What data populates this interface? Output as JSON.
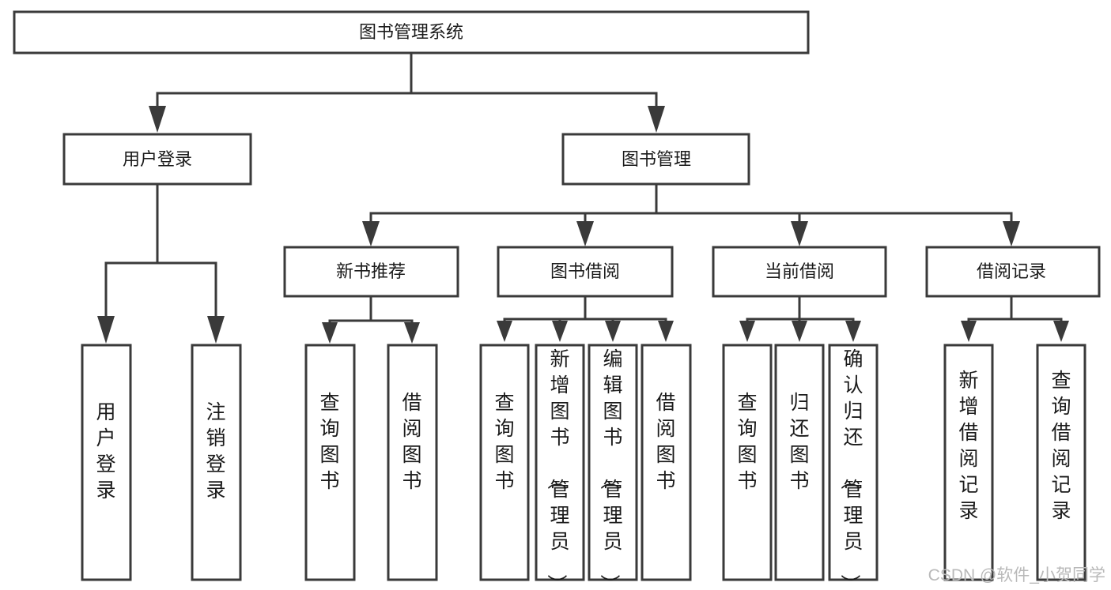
{
  "diagram": {
    "title": "图书管理系统",
    "type": "tree-hierarchy",
    "watermark": "CSDN @软件_小贺同学",
    "colors": {
      "stroke": "#3a3a3a",
      "box_fill": "#ffffff",
      "text": "#1a1a1a",
      "background": "#ffffff",
      "watermark": "#b9b9b9"
    },
    "root": {
      "label": "图书管理系统"
    },
    "level2": [
      {
        "id": "user-login",
        "label": "用户登录"
      },
      {
        "id": "book-management",
        "label": "图书管理"
      }
    ],
    "level3": [
      {
        "id": "new-book-recommend",
        "label": "新书推荐"
      },
      {
        "id": "book-borrow",
        "label": "图书借阅"
      },
      {
        "id": "current-borrow",
        "label": "当前借阅"
      },
      {
        "id": "borrow-record",
        "label": "借阅记录"
      }
    ],
    "leaves": {
      "user_login": [
        {
          "id": "leaf-user-login",
          "label": "用户登录"
        },
        {
          "id": "leaf-logout",
          "label": "注销登录"
        }
      ],
      "new_book_recommend": [
        {
          "id": "leaf-query-books-1",
          "label": "查询图书"
        },
        {
          "id": "leaf-borrow-books-1",
          "label": "借阅图书"
        }
      ],
      "book_borrow": [
        {
          "id": "leaf-query-books-2",
          "label": "查询图书"
        },
        {
          "id": "leaf-add-book-admin",
          "label": "新增图书（管理员）"
        },
        {
          "id": "leaf-edit-book-admin",
          "label": "编辑图书（管理员）"
        },
        {
          "id": "leaf-borrow-books-2",
          "label": "借阅图书"
        }
      ],
      "current_borrow": [
        {
          "id": "leaf-query-books-3",
          "label": "查询图书"
        },
        {
          "id": "leaf-return-books",
          "label": "归还图书"
        },
        {
          "id": "leaf-confirm-return-admin",
          "label": "确认归还（管理员）"
        }
      ],
      "borrow_record": [
        {
          "id": "leaf-add-borrow-record",
          "label": "新增借阅记录"
        },
        {
          "id": "leaf-query-borrow-record",
          "label": "查询借阅记录"
        }
      ]
    }
  }
}
